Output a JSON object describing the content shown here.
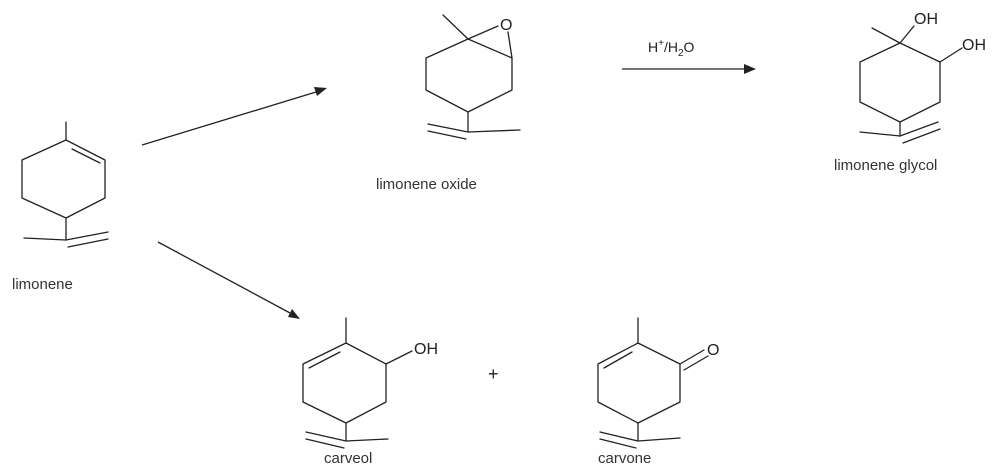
{
  "compounds": {
    "limonene": {
      "name": "limonene"
    },
    "limonene_oxide": {
      "name": "limonene oxide",
      "oxygen": "O"
    },
    "limonene_glycol": {
      "name": "limonene glycol",
      "hydroxyl_top": "OH",
      "hydroxyl_right": "OH"
    },
    "carveol": {
      "name": "carveol",
      "hydroxyl": "OH"
    },
    "carvone": {
      "name": "carvone",
      "carbonyl": "O"
    }
  },
  "reaction": {
    "conditions": {
      "h": "H",
      "plus_sign": "+",
      "slash": "/",
      "h2": "H",
      "subscript": "2",
      "o": "O"
    },
    "plus": "+"
  },
  "colors": {
    "ink": "#222222",
    "label": "#333333",
    "background": "#ffffff"
  }
}
